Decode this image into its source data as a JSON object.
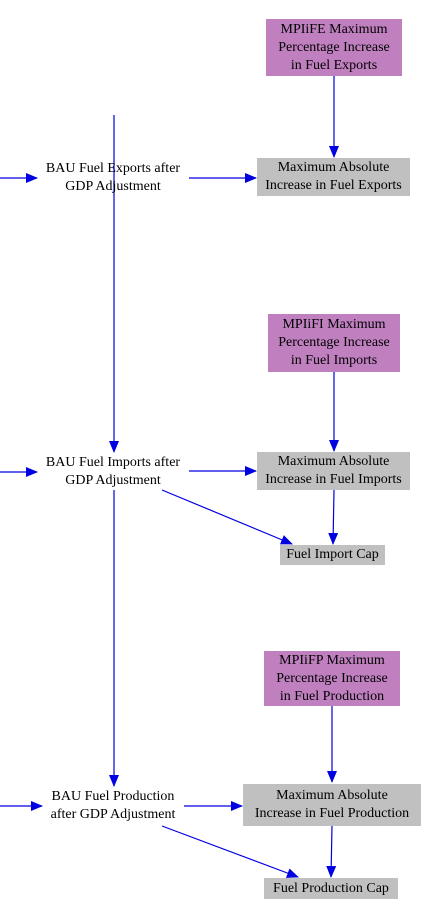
{
  "colors": {
    "arrow": "#0000e0",
    "calc_box": "#c0c0c0",
    "input_box": "#c080c0",
    "text": "#000000"
  },
  "nodes": {
    "mplife": "MPIiFE Maximum\nPercentage Increase\nin Fuel Exports",
    "bau_exports": "BAU Fuel Exports after\nGDP Adjustment",
    "max_abs_exports": "Maximum Absolute\nIncrease in Fuel Exports",
    "mplifi": "MPIiFI Maximum\nPercentage Increase\nin Fuel Imports",
    "bau_imports": "BAU Fuel Imports after\nGDP Adjustment",
    "max_abs_imports": "Maximum Absolute\nIncrease in Fuel Imports",
    "import_cap": "Fuel Import Cap",
    "mplifp": "MPIiFP Maximum\nPercentage Increase\nin Fuel Production",
    "bau_production": "BAU Fuel Production\nafter GDP Adjustment",
    "max_abs_production": "Maximum Absolute\nIncrease in Fuel Production",
    "production_cap": "Fuel Production Cap"
  }
}
